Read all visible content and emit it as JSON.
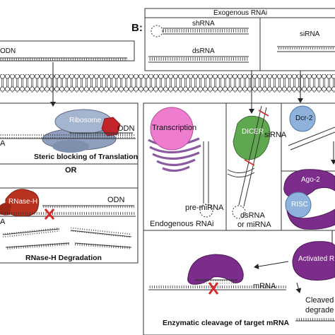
{
  "panel_b_label": "B:",
  "left_panel": {
    "odn_top": "ODN",
    "ribosome": "Ribosome",
    "odn_ribosome": "ODN",
    "a_label_1": "A",
    "steric_caption": "Steric blocking of Translation",
    "or_label": "OR",
    "rnase_h": "RNase-H",
    "odn_rnase": "ODN",
    "a_label_2": "A",
    "rnase_caption": "RNase-H Degradation"
  },
  "right_panel": {
    "exogenous_title": "Exogenous RNAi",
    "shrna": "shRNA",
    "dsrna_exo": "dsRNA",
    "sirna_top": "siRNA",
    "transcription": "Transcription",
    "pre_mirna": "pre-miRNA",
    "endogenous": "Endogenous RNAi",
    "dicer": "DICER",
    "dsrna_or": "dsRNA",
    "or_mirna": "or miRNA",
    "dcr2": "Dcr-2",
    "sirna_mid": "siRNA",
    "ago2": "Ago-2",
    "risc": "RISC",
    "activated": "Activated RI",
    "mrna": "mRNA",
    "cleaved": "Cleaved",
    "degraded": "degrade",
    "enzymatic_caption": "Enzymatic cleavage of target mRNA"
  },
  "colors": {
    "ribosome": "#8f9fbd",
    "rnase_h": "#b8321f",
    "dicer": "#5fa84f",
    "transcription": "#ee7ccf",
    "dcr2": "#8fb2dc",
    "ago2_risc": "#7c2c8a",
    "cleavage_mark": "#d62a2a"
  }
}
